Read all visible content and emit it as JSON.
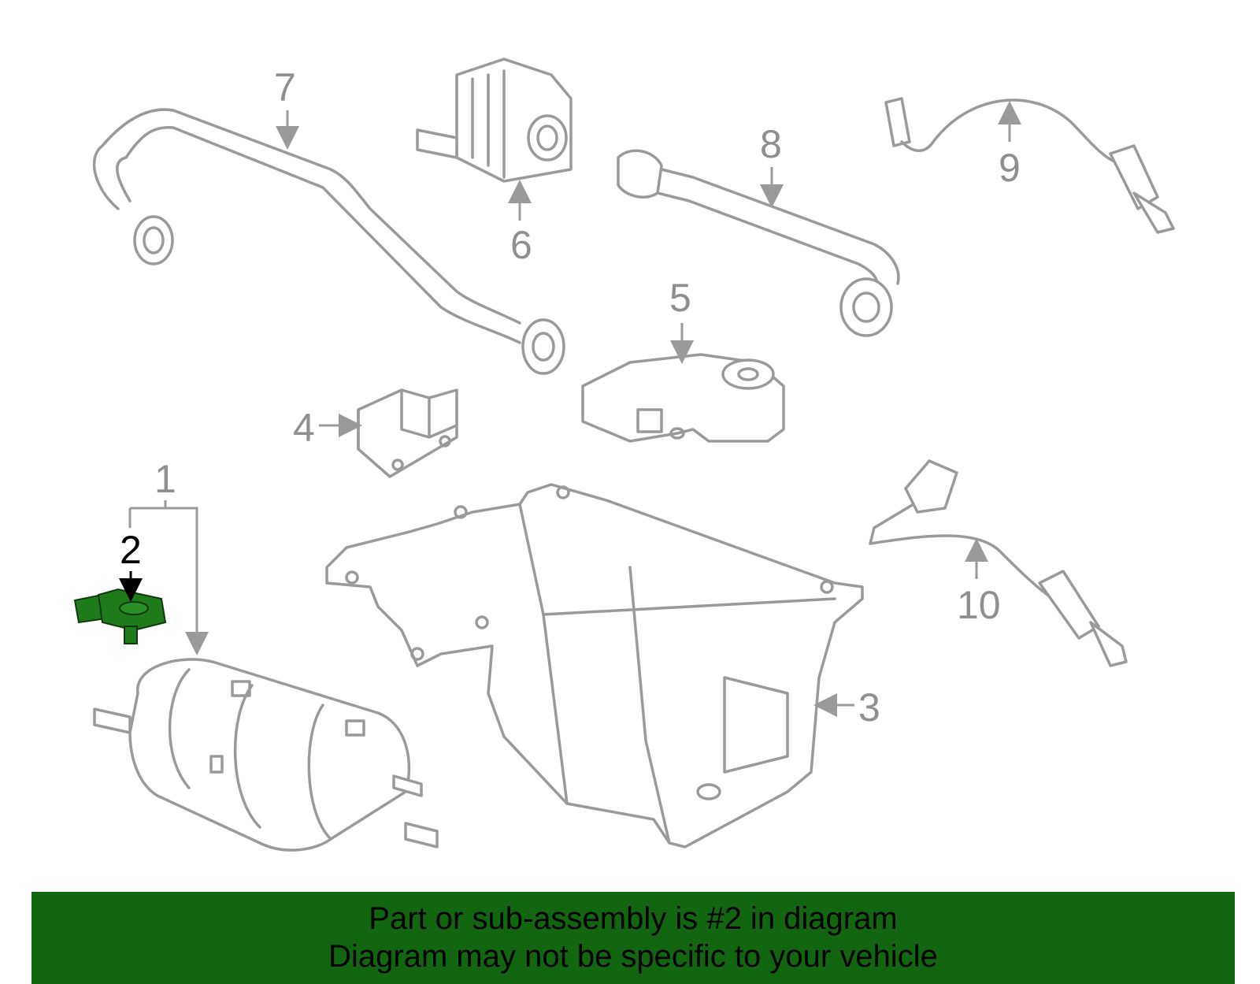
{
  "diagram": {
    "callouts": {
      "c1": "1",
      "c2": "2",
      "c3": "3",
      "c4": "4",
      "c5": "5",
      "c6": "6",
      "c7": "7",
      "c8": "8",
      "c9": "9",
      "c10": "10"
    },
    "highlight_color": "#1f7a1a",
    "line_color": "#9a9a9a"
  },
  "banner": {
    "line1": "Part or sub-assembly is #2 in diagram",
    "line2": "Diagram may not be specific to your vehicle",
    "background": "#12660f"
  }
}
